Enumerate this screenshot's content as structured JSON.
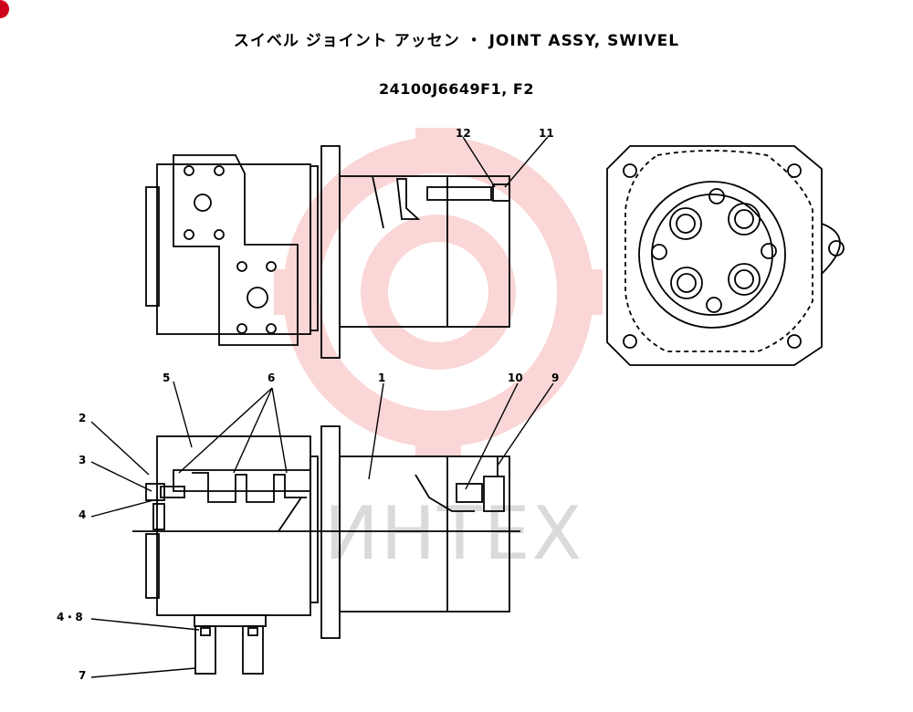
{
  "header": {
    "title": "スイベル ジョイント アッセン ・ JOINT ASSY, SWIVEL",
    "part_number": "24100J6649F1, F2"
  },
  "watermark": {
    "text": "ИНТЕХ",
    "color": "#f28b8b"
  },
  "callouts": {
    "c12": "12",
    "c11": "11",
    "c5": "5",
    "c6": "6",
    "c1": "1",
    "c10": "10",
    "c9": "9",
    "c2": "2",
    "c3": "3",
    "c4": "4",
    "c48": "4・8",
    "c7": "7"
  }
}
